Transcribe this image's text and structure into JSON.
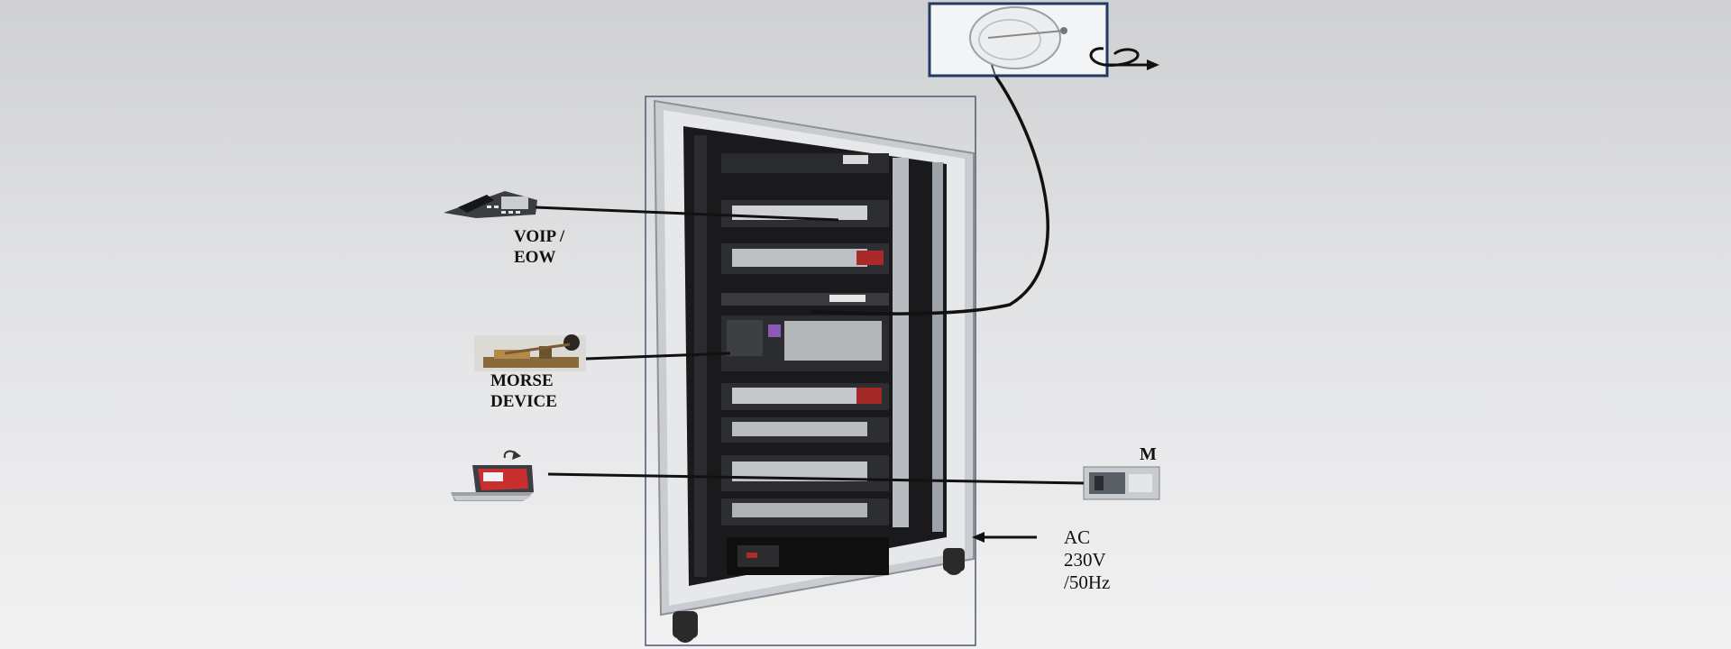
{
  "diagram": {
    "labels": {
      "voip_line1": "VOIP /",
      "voip_line2": "EOW",
      "morse_line1": "MORSE",
      "morse_line2": "DEVICE",
      "right_device_letter": "M",
      "ac_line1": "AC",
      "ac_line2": "230V",
      "ac_line3": "/50Hz"
    },
    "icons": {
      "rack": "server-rack-icon",
      "dish": "satellite-dish-icon",
      "phone": "desk-phone-icon",
      "morse": "morse-key-icon",
      "laptop": "laptop-icon",
      "modem": "modem-device-icon",
      "rotate": "rotate-arrow-icon"
    },
    "colors": {
      "background": "#d8d9db",
      "rack_frame": "#c9ccd0",
      "rack_body": "#1a1a1c",
      "cable": "#111111",
      "frame_border": "#4a5a72"
    }
  }
}
